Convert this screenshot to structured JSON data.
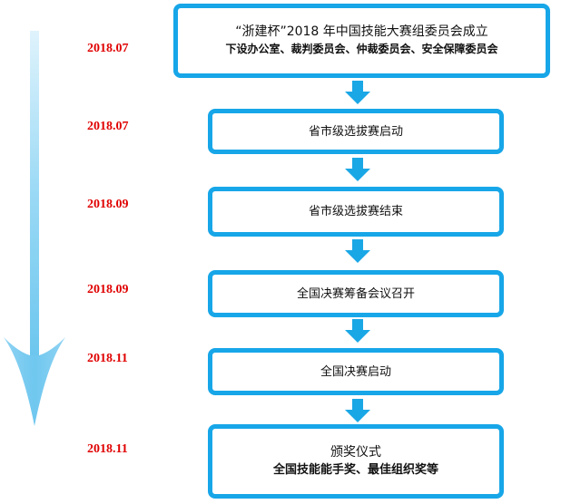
{
  "steps": [
    {
      "date": "2018.07",
      "line1": "“浙建杯”2018 年中国技能大赛组委员会成立",
      "line2": "下设办公室、裁判委员会、仲裁委员会、安全保障委员会"
    },
    {
      "date": "2018.07",
      "line1": "省市级选拔赛启动"
    },
    {
      "date": "2018.09",
      "line1": "省市级选拔赛结束"
    },
    {
      "date": "2018.09",
      "line1": "全国决赛筹备会议召开"
    },
    {
      "date": "2018.11",
      "line1": "全国决赛启动"
    },
    {
      "date": "2018.11",
      "line1": "颁奖仪式",
      "line2": "全国技能能手奖、最佳组织奖等"
    }
  ],
  "colors": {
    "box_border": "#17a6e8",
    "connector": "#1aa7e6",
    "date_text": "#e00000",
    "timeline_arrow": "#7ccff2"
  }
}
